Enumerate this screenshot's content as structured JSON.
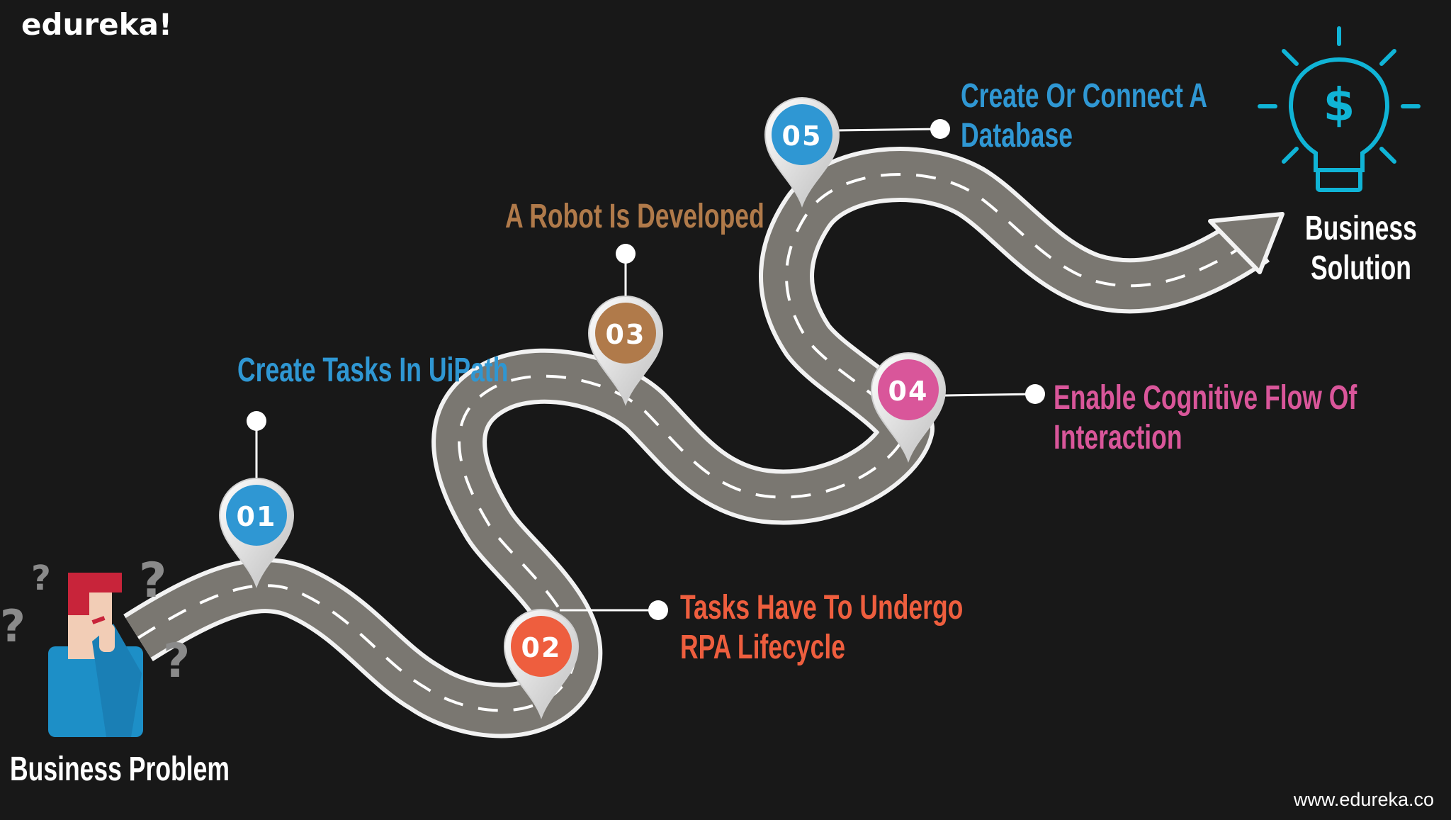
{
  "brand": {
    "logo_text": "edureka!",
    "website": "www.edureka.co"
  },
  "start_label": "Business Problem",
  "end_label": {
    "line1": "Business",
    "line2": "Solution"
  },
  "steps": [
    {
      "number": "01",
      "lines": [
        "Create Tasks In UiPath"
      ],
      "color": "#2f97d3"
    },
    {
      "number": "02",
      "lines": [
        "Tasks Have To Undergo",
        "RPA Lifecycle"
      ],
      "color": "#ee5e3e"
    },
    {
      "number": "03",
      "lines": [
        "A Robot Is Developed"
      ],
      "color": "#b07a4a"
    },
    {
      "number": "04",
      "lines": [
        "Enable Cognitive Flow Of",
        "Interaction"
      ],
      "color": "#d9569a"
    },
    {
      "number": "05",
      "lines": [
        "Create Or Connect A",
        "Database"
      ],
      "color": "#2f97d3"
    }
  ],
  "icons": {
    "start": "confused-person-icon",
    "end": "lightbulb-dollar-icon",
    "question": "question-mark-icon"
  },
  "colors": {
    "background": "#181818",
    "road": "#7a7771",
    "road_edge": "#f2f2f2",
    "bulb": "#10b4d6",
    "person_shirt": "#1d8fc7",
    "person_hair": "#c8243a"
  }
}
